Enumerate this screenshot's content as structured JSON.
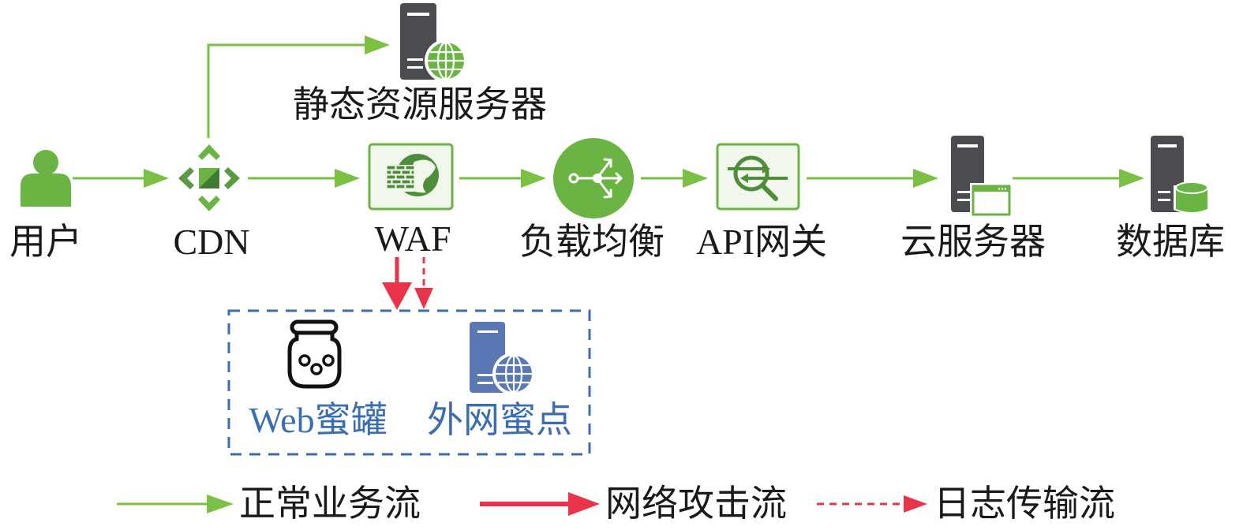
{
  "diagram": {
    "nodes": {
      "user": {
        "label": "用户",
        "icon": "user-icon"
      },
      "cdn": {
        "label": "CDN",
        "icon": "cdn-icon"
      },
      "static": {
        "label": "静态资源服务器",
        "icon": "web-server-icon"
      },
      "waf": {
        "label": "WAF",
        "icon": "firewall-globe-icon"
      },
      "lb": {
        "label": "负载均衡",
        "icon": "load-balancer-icon"
      },
      "api": {
        "label": "API网关",
        "icon": "api-gateway-icon"
      },
      "cloud": {
        "label": "云服务器",
        "icon": "app-server-icon"
      },
      "db": {
        "label": "数据库",
        "icon": "database-server-icon"
      },
      "honeypot": {
        "label": "Web蜜罐",
        "icon": "honey-jar-icon"
      },
      "decoy": {
        "label": "外网蜜点",
        "icon": "web-server-icon"
      }
    },
    "edges": [
      {
        "from": "user",
        "to": "cdn",
        "type": "normal"
      },
      {
        "from": "cdn",
        "to": "static",
        "type": "normal"
      },
      {
        "from": "cdn",
        "to": "waf",
        "type": "normal"
      },
      {
        "from": "waf",
        "to": "lb",
        "type": "normal"
      },
      {
        "from": "lb",
        "to": "api",
        "type": "normal"
      },
      {
        "from": "api",
        "to": "cloud",
        "type": "normal"
      },
      {
        "from": "cloud",
        "to": "db",
        "type": "normal"
      },
      {
        "from": "waf",
        "to": "honeypot-group",
        "type": "attack"
      },
      {
        "from": "waf",
        "to": "honeypot-group",
        "type": "log"
      }
    ],
    "group": {
      "name": "honeypot-group",
      "members": [
        "honeypot",
        "decoy"
      ]
    }
  },
  "legend": [
    {
      "label": "正常业务流",
      "type": "normal"
    },
    {
      "label": "网络攻击流",
      "type": "attack"
    },
    {
      "label": "日志传输流",
      "type": "log"
    }
  ],
  "colors": {
    "normal": "#7ac143",
    "attack": "#e8334a",
    "log": "#e8334a",
    "group_border": "#3a6db3",
    "server_dark": "#4b4c50",
    "icon_green": "#6ab444",
    "icon_green_dark": "#4e8d3a",
    "decoy_blue": "#5a78b3"
  }
}
